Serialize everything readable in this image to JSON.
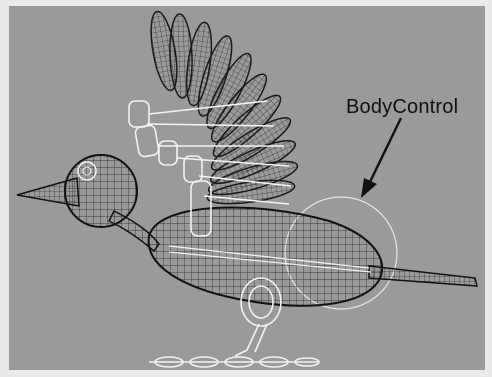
{
  "viewport": {
    "background": "#9a9a9a",
    "wire_color": "#f2f2f2",
    "dark_wire_color": "#1e1e1e"
  },
  "annotation": {
    "label": "BodyControl",
    "arrow": "arrow-icon"
  },
  "model": {
    "name": "bird-wireframe",
    "parts": [
      "head",
      "beak",
      "eye",
      "neck",
      "body",
      "tail",
      "wing",
      "feathers",
      "leg",
      "foot",
      "body-control-circle"
    ]
  }
}
